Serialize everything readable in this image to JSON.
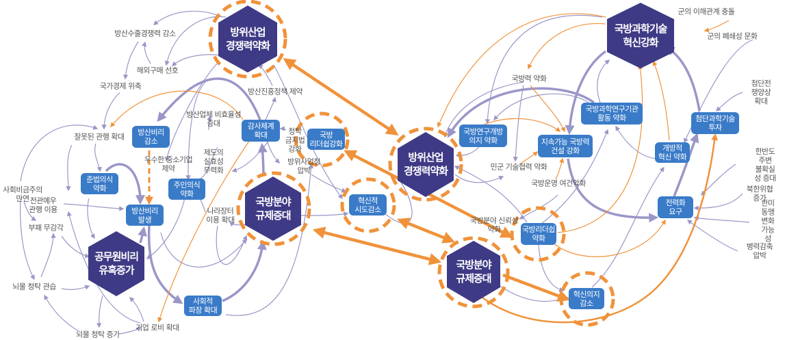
{
  "colors": {
    "hub": "#3f3a85",
    "box": "#3a7bc8",
    "orange": "#f0923a",
    "purple": "#9a96c8",
    "text": "#555555"
  },
  "hubs": [
    {
      "text": "방위산업\n경쟁력약화"
    },
    {
      "text": "방위산업\n경쟁력약화"
    },
    {
      "text": "국방분야\n규제증대"
    },
    {
      "text": "국방분야\n규제증대"
    },
    {
      "text": "공무원비리\n유혹증가"
    },
    {
      "text": "국방과학기술\n혁신강화"
    }
  ],
  "boxes": [
    {
      "text": "방산비리\n감소"
    },
    {
      "text": "준법의식\n약화"
    },
    {
      "text": "방산비리\n발생"
    },
    {
      "text": "주인의식\n약화"
    },
    {
      "text": "감사체계\n확대"
    },
    {
      "text": "국방\n리더쉽강화"
    },
    {
      "text": "혁신적\n시도감소"
    },
    {
      "text": "사회적\n파장 확대"
    },
    {
      "text": "국방연구개방\n의지 약화"
    },
    {
      "text": "지속가능 국방력\n건설 강화"
    },
    {
      "text": "국방과학연구기관\n활동 약화"
    },
    {
      "text": "첨단과학기술\n투자"
    },
    {
      "text": "개방적\n혁신 약화"
    },
    {
      "text": "전력화\n요구"
    },
    {
      "text": "국방리더쉽\n약화"
    },
    {
      "text": "혁신의지\n감소"
    }
  ],
  "labels": [
    {
      "text": "방산수출경쟁력 감소"
    },
    {
      "text": "해외구매 선호"
    },
    {
      "text": "국가경제 위축"
    },
    {
      "text": "잘못된 관행 확대"
    },
    {
      "text": "우수한 중소기업\n제약"
    },
    {
      "text": "방산업체 비효율성\n증대"
    },
    {
      "text": "방산진흥정책 제약"
    },
    {
      "text": "청탁\n금지법\n강화"
    },
    {
      "text": "제도의\n실효성\n무력화"
    },
    {
      "text": "방위사업청\n압박"
    },
    {
      "text": "사회비금주의\n만연"
    },
    {
      "text": "전관예우\n관행 이용"
    },
    {
      "text": "부패 무감각"
    },
    {
      "text": "나라장터\n이용 확대"
    },
    {
      "text": "뇌물 청탁 관습"
    },
    {
      "text": "뇌물 청탁 증가"
    },
    {
      "text": "기업 로비 확대"
    },
    {
      "text": "국방력 약화"
    },
    {
      "text": "민군 기술협력 약화"
    },
    {
      "text": "국방운영 여건악화"
    },
    {
      "text": "국방분야 신뢰성\n약화"
    },
    {
      "text": "군의 이해관계 충돌"
    },
    {
      "text": "군의 폐쇄성 문화"
    },
    {
      "text": "첨단전쟁양상\n확대"
    },
    {
      "text": "한반도주변\n불확실성 증대"
    },
    {
      "text": "북한위협 증가"
    },
    {
      "text": "한미동맹\n변화가능성"
    },
    {
      "text": "병력감축 압박"
    }
  ]
}
